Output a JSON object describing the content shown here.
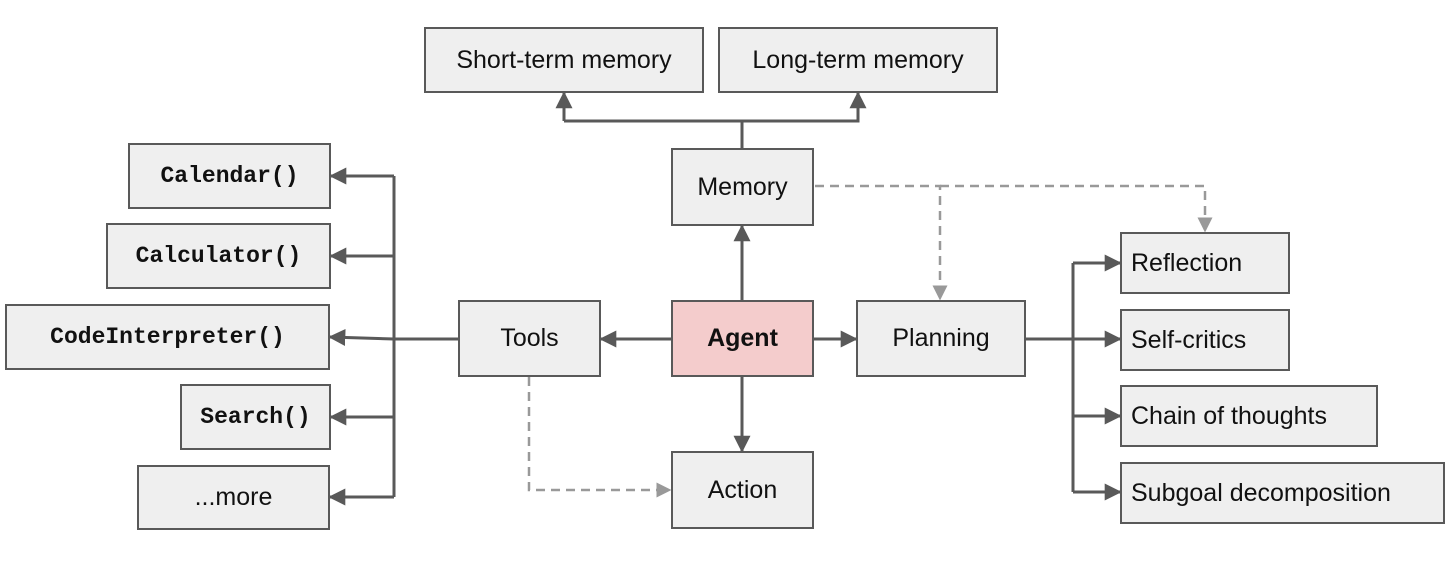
{
  "colors": {
    "node_fill": "#efefef",
    "node_border": "#595959",
    "agent_fill": "#f4cccc",
    "solid_arrow": "#595959",
    "dashed_arrow": "#999999"
  },
  "nodes": {
    "agent": "Agent",
    "memory": "Memory",
    "short_term_memory": "Short-term memory",
    "long_term_memory": "Long-term memory",
    "planning": "Planning",
    "tools": "Tools",
    "action": "Action",
    "reflection": "Reflection",
    "self_critics": "Self-critics",
    "chain_of_thoughts": "Chain of thoughts",
    "subgoal_decomposition": "Subgoal decomposition",
    "calendar": "Calendar()",
    "calculator": "Calculator()",
    "code_interpreter": "CodeInterpreter()",
    "search": "Search()",
    "more": "...more"
  },
  "edges": [
    {
      "from": "agent",
      "to": "memory",
      "style": "solid"
    },
    {
      "from": "agent",
      "to": "planning",
      "style": "solid"
    },
    {
      "from": "agent",
      "to": "tools",
      "style": "solid"
    },
    {
      "from": "agent",
      "to": "action",
      "style": "solid"
    },
    {
      "from": "memory",
      "to": "short_term_memory",
      "style": "solid"
    },
    {
      "from": "memory",
      "to": "long_term_memory",
      "style": "solid"
    },
    {
      "from": "memory",
      "to": "planning",
      "style": "dashed"
    },
    {
      "from": "memory",
      "to": "reflection",
      "style": "dashed"
    },
    {
      "from": "tools",
      "to": "action",
      "style": "dashed"
    },
    {
      "from": "planning",
      "to": "reflection",
      "style": "solid"
    },
    {
      "from": "planning",
      "to": "self_critics",
      "style": "solid"
    },
    {
      "from": "planning",
      "to": "chain_of_thoughts",
      "style": "solid"
    },
    {
      "from": "planning",
      "to": "subgoal_decomposition",
      "style": "solid"
    },
    {
      "from": "tools",
      "to": "calendar",
      "style": "solid"
    },
    {
      "from": "tools",
      "to": "calculator",
      "style": "solid"
    },
    {
      "from": "tools",
      "to": "code_interpreter",
      "style": "solid"
    },
    {
      "from": "tools",
      "to": "search",
      "style": "solid"
    },
    {
      "from": "tools",
      "to": "more",
      "style": "solid"
    }
  ]
}
